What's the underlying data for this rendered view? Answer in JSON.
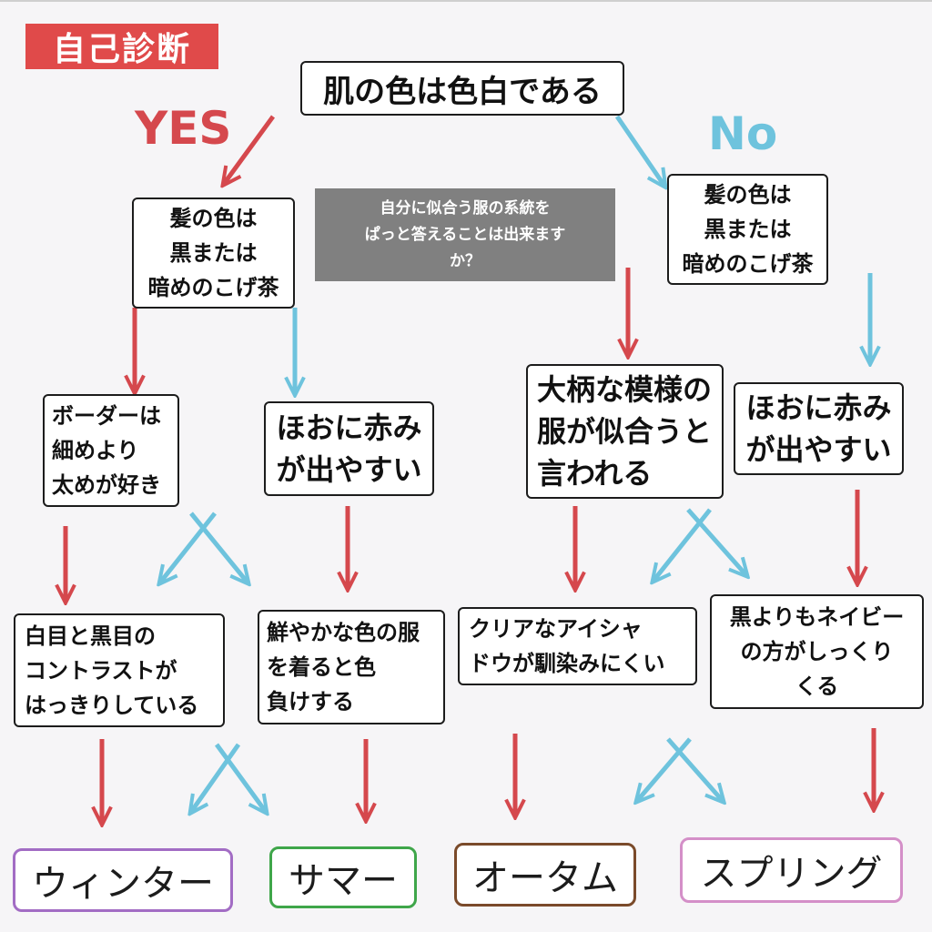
{
  "header": {
    "title": "自己診断"
  },
  "labels": {
    "yes": "YES",
    "no": "No"
  },
  "question": {
    "text": "肌の色は色白である"
  },
  "note": {
    "lines": [
      "自分に似合う服の系統を",
      "ぱっと答えることは出来ます",
      "か？"
    ]
  },
  "left_hair": {
    "lines": [
      "髪の色は",
      "黒または",
      "暗めのこげ茶"
    ]
  },
  "right_hair": {
    "lines": [
      "髪の色は",
      "黒または",
      "暗めのこげ茶"
    ]
  },
  "border": {
    "lines": [
      "ボーダーは",
      "細めより",
      "太めが好き"
    ]
  },
  "cheek_left": {
    "lines": [
      "ほおに赤み",
      "が出やすい"
    ]
  },
  "pattern": {
    "lines": [
      "大柄な模様の",
      "服が似合うと",
      "言われる"
    ]
  },
  "cheek_right": {
    "lines": [
      "ほおに赤み",
      "が出やすい"
    ]
  },
  "contrast": {
    "lines": [
      "白目と黒目の",
      "コントラストが",
      "はっきりしている"
    ]
  },
  "vivid": {
    "lines": [
      "鮮やかな色の服",
      "を着ると色",
      "負けする"
    ]
  },
  "clear": {
    "lines": [
      "クリアなアイシャ",
      "ドウが馴染みにくい"
    ]
  },
  "navy": {
    "lines": [
      "黒よりもネイビー",
      "の方がしっくり",
      "くる"
    ]
  },
  "results": [
    "ウィンター",
    "サマー",
    "オータム",
    "スプリング"
  ],
  "colors": {
    "yes_arrow": "#d5484d",
    "no_arrow": "#6ec3dd",
    "title_bg": "#e04a4a",
    "winter": "#a26cc4",
    "summer": "#3fa64a",
    "autumn": "#7a4a2a",
    "spring": "#d48fc8"
  }
}
